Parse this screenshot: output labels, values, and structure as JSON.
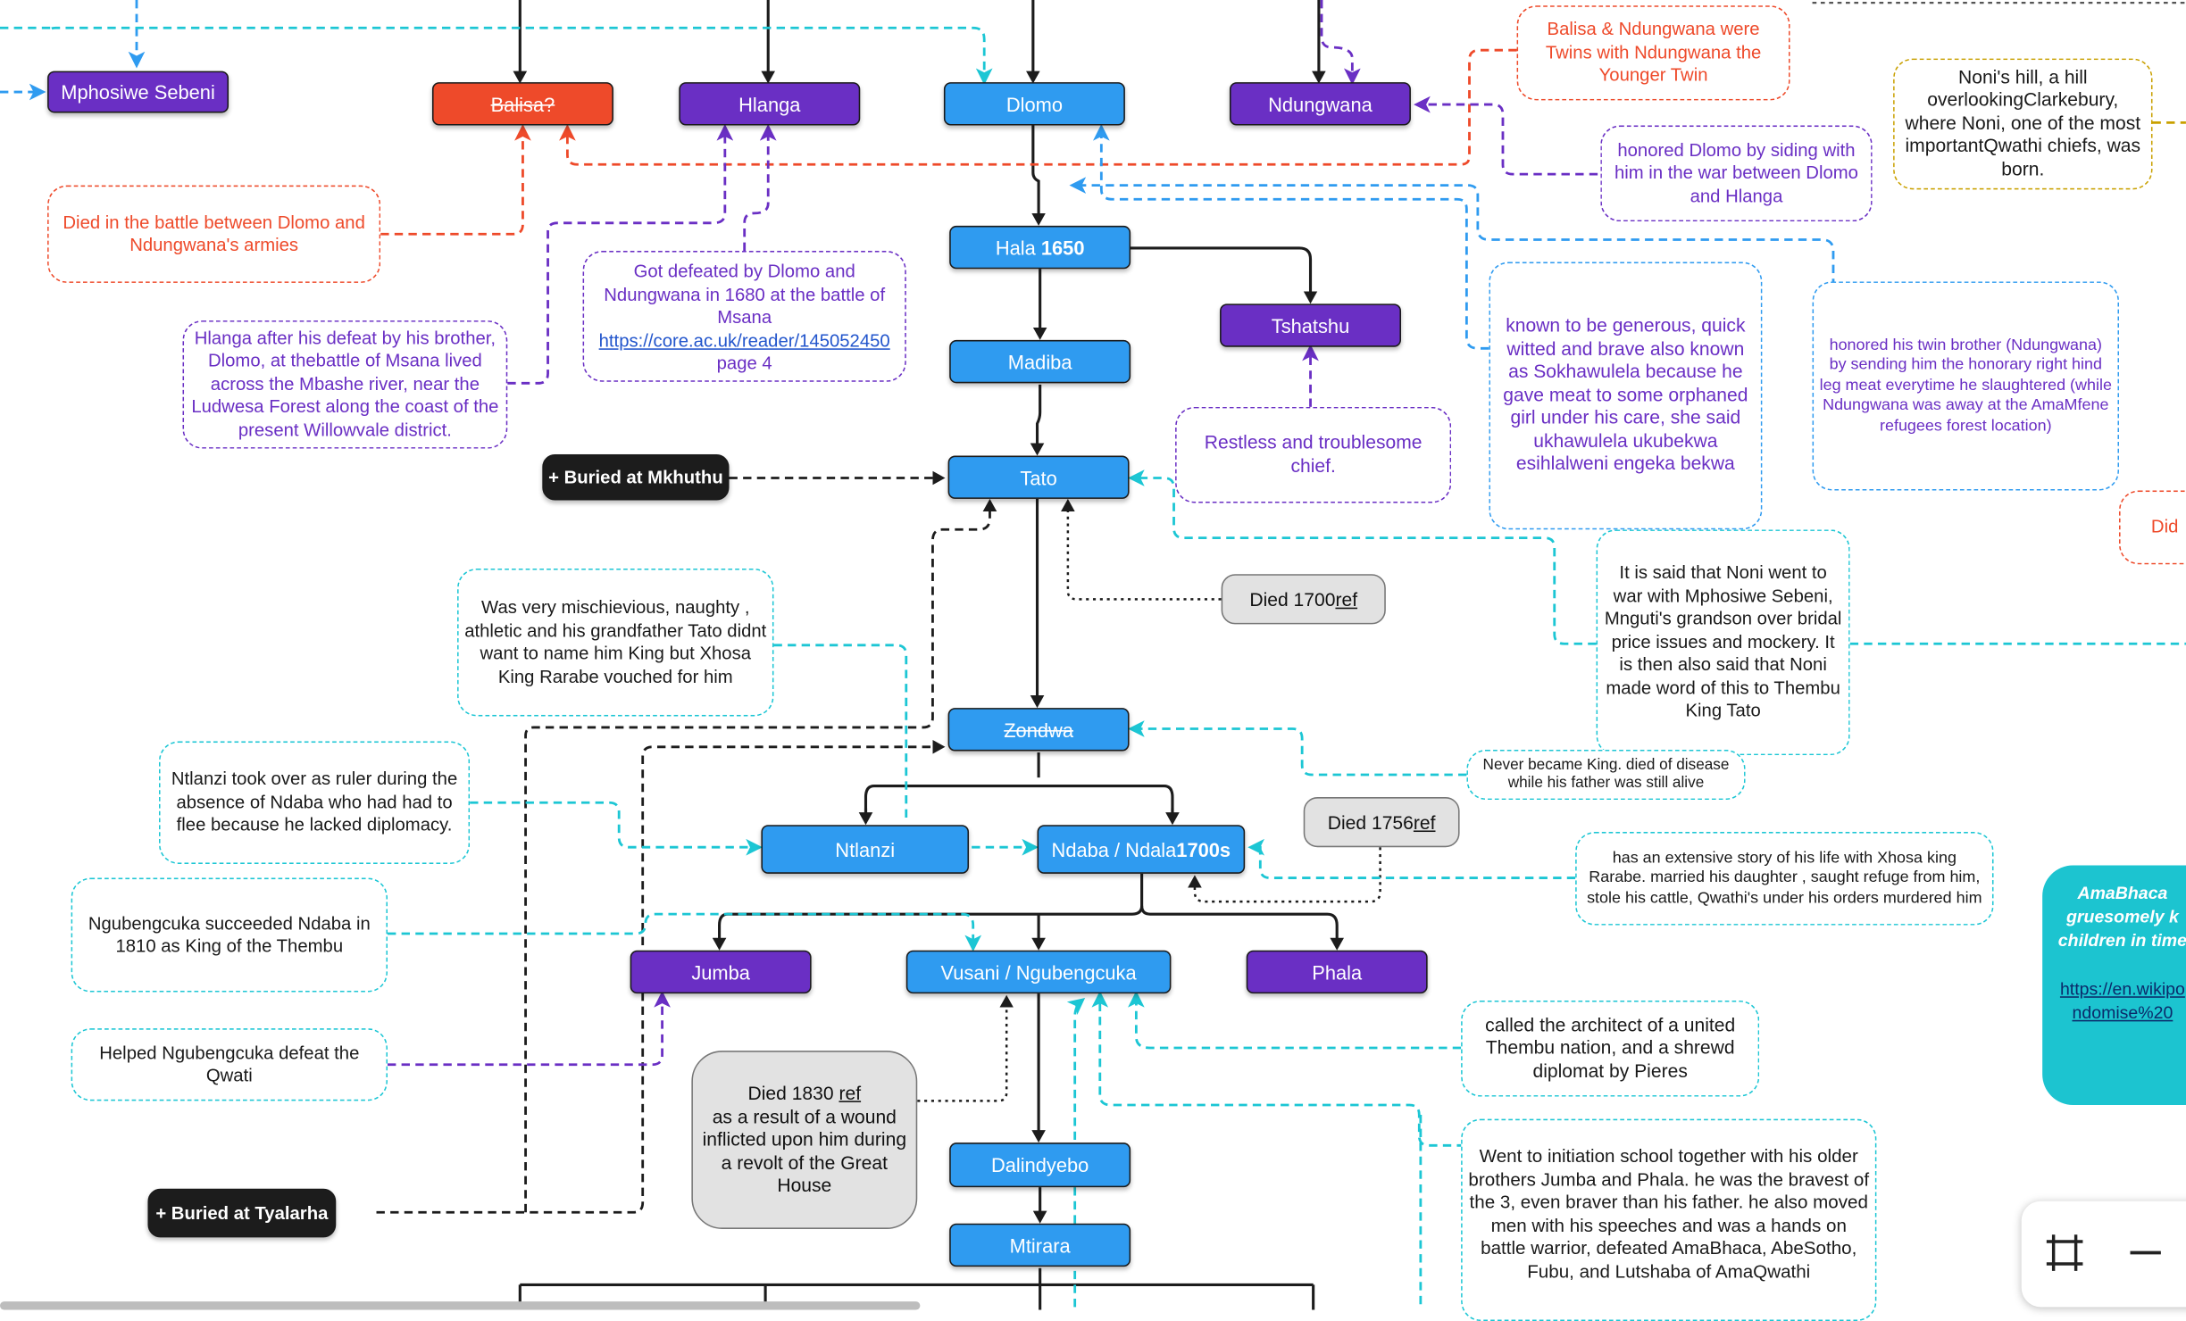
{
  "nodes": {
    "mphosiwe": "Mphosiwe Sebeni",
    "balisa": "Balisa?",
    "hlanga": "Hlanga",
    "dlomo": "Dlomo",
    "ndungwana": "Ndungwana",
    "hala_name": "Hala ",
    "hala_year": "1650",
    "tshatshu": "Tshatshu",
    "madiba": "Madiba",
    "tato": "Tato",
    "zondwa": "Zondwa",
    "ntlanzi": "Ntlanzi",
    "ndaba_name": "Ndaba / Ndala ",
    "ndaba_year": "1700s",
    "jumba": "Jumba",
    "vusani": "Vusani / Ngubengcuka",
    "phala": "Phala",
    "dalindyebo": "Dalindyebo",
    "mtirara": "Mtirara"
  },
  "buried": {
    "mkhuthu": "+ Buried at Mkhuthu",
    "tyalarha": "+ Buried at Tyalarha"
  },
  "died": {
    "d1700_text": "Died 1700 ",
    "d1756_text": "Died 1756 ",
    "ref": "ref",
    "d1830_line1": "Died 1830 ",
    "d1830_rest": "as a result of a wound inflicted upon him during a revolt of the Great House"
  },
  "notes": {
    "twins": "Balisa & Ndungwana were Twins with Ndungwana the Younger Twin",
    "noni_hill": "Noni's hill, a hill overlookingClarkebury, where Noni, one of the most importantQwathi chiefs, was born.",
    "died_battle": "Died in the battle between Dlomo and Ndungwana's armies",
    "honored_dlomo": "honored Dlomo  by siding with him in the war between Dlomo and Hlanga",
    "got_defeated": "Got defeated by Dlomo and Ndungwana in 1680 at the battle of Msana",
    "got_defeated_link": "https://core.ac.uk/reader/145052450",
    "got_defeated_page": " page 4",
    "hlanga_after": "Hlanga after his defeat by his brother, Dlomo, at thebattle of Msana lived across the Mbashe river, near the Ludwesa Forest along the coast of the present Willowvale district.",
    "generous": "known to be generous, quick witted and brave also known as Sokhawulela because he gave meat to some orphaned girl under his care, she said ukhawulela ukubekwa esihlalweni engeka bekwa",
    "honored_twin": "honored his twin brother (Ndungwana) by sending him the honorary right hind leg meat everytime he slaughtered (while Ndungwana was away at the AmaMfene refugees forest location)",
    "restless": "Restless and troublesome chief.",
    "did_partial": "Did",
    "mischievious": "Was very mischievious, naughty , athletic and his grandfather Tato didnt want to name him King but Xhosa King Rarabe vouched for him",
    "noni_war": "It is said that Noni went to war with Mphosiwe Sebeni, Mnguti's grandson over bridal price issues and mockery. It is then also said that Noni made word of this to Thembu King Tato",
    "ntlanzi_ruler": "Ntlanzi took over as ruler during the absence of Ndaba who had had to flee because he lacked diplomacy.",
    "never_king": "Never became King. died of disease while his father was still alive",
    "xhosa_story": "has an extensive story of his life with Xhosa king Rarabe. married his daughter , saught refuge from him, stole his cattle,  Qwathi's under his orders murdered him",
    "ngubengcuka_succeeded": "Ngubengcuka succeeded Ndaba in 1810 as King of the Thembu",
    "helped": "Helped Ngubengcuka defeat the Qwati",
    "architect": "called the architect of a united Thembu nation, and a shrewd diplomat by Pieres",
    "initiation": "Went to initiation school together with his older brothers Jumba and Phala. he was the bravest of the 3, even braver than his father. he also moved men with his speeches and was a hands on battle warrior, defeated AmaBhaca, AbeSotho, Fubu, and Lutshaba of AmaQwathi"
  },
  "side_card": {
    "title": "AmaBhaca gruesomely k children in time",
    "link": "https://en.wikipondomise%20"
  },
  "colors": {
    "blue": "#2f9bf0",
    "purple": "#6a2fc4",
    "red": "#ee4a2a",
    "cyan": "#1cc6d4",
    "gold": "#c9a000",
    "teal": "#1cc4d0"
  },
  "toolbar_icons": [
    "frame-icon",
    "minus-icon"
  ]
}
